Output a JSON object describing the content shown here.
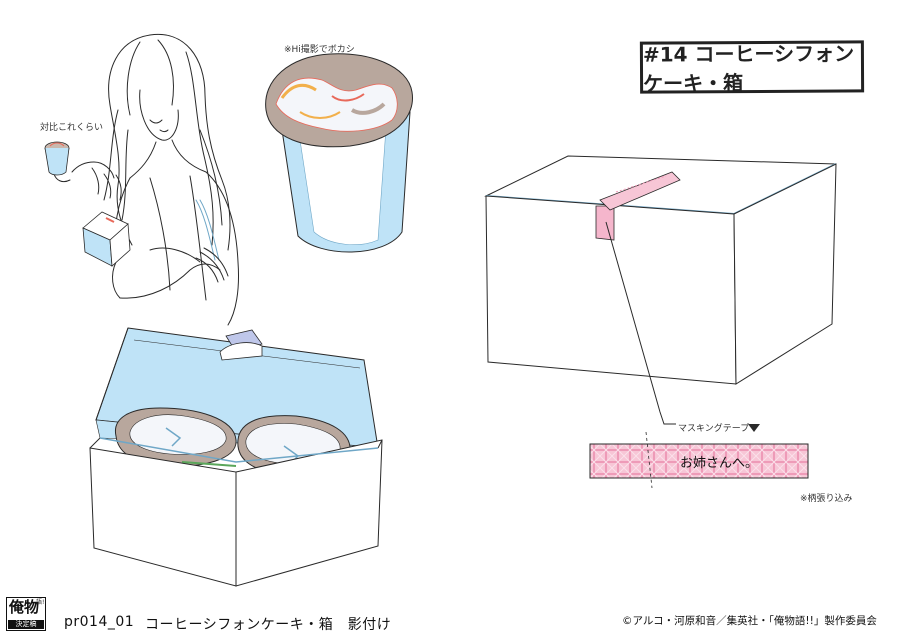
{
  "sheet_title": "#14 コーヒーシフォンケーキ・箱",
  "notes": {
    "contrast": "対比これくらい",
    "hi_blur": "※Hi撮影でボカシ",
    "masking_tape": "マスキングテープ",
    "pattern_inset": "※柄張り込み"
  },
  "tape_message": "お姉さんへ。",
  "footer": {
    "code": "pr014_01",
    "title": "コーヒーシフォンケーキ・箱　影付け",
    "copyright": "©アルコ・河原和音／集英社・「俺物語!!」製作委員会"
  },
  "logo": {
    "main": "俺物",
    "small": "語!!",
    "sub": "決定稿"
  },
  "colors": {
    "box_blue": "#bfe3f7",
    "tape_pink": "#f5b6cc",
    "cake_brown": "#b8a79d",
    "cake_cream": "#f4f6fa",
    "cake_orange": "#f2b04b",
    "cake_red": "#e8695a",
    "line": "#2a2a2a"
  }
}
